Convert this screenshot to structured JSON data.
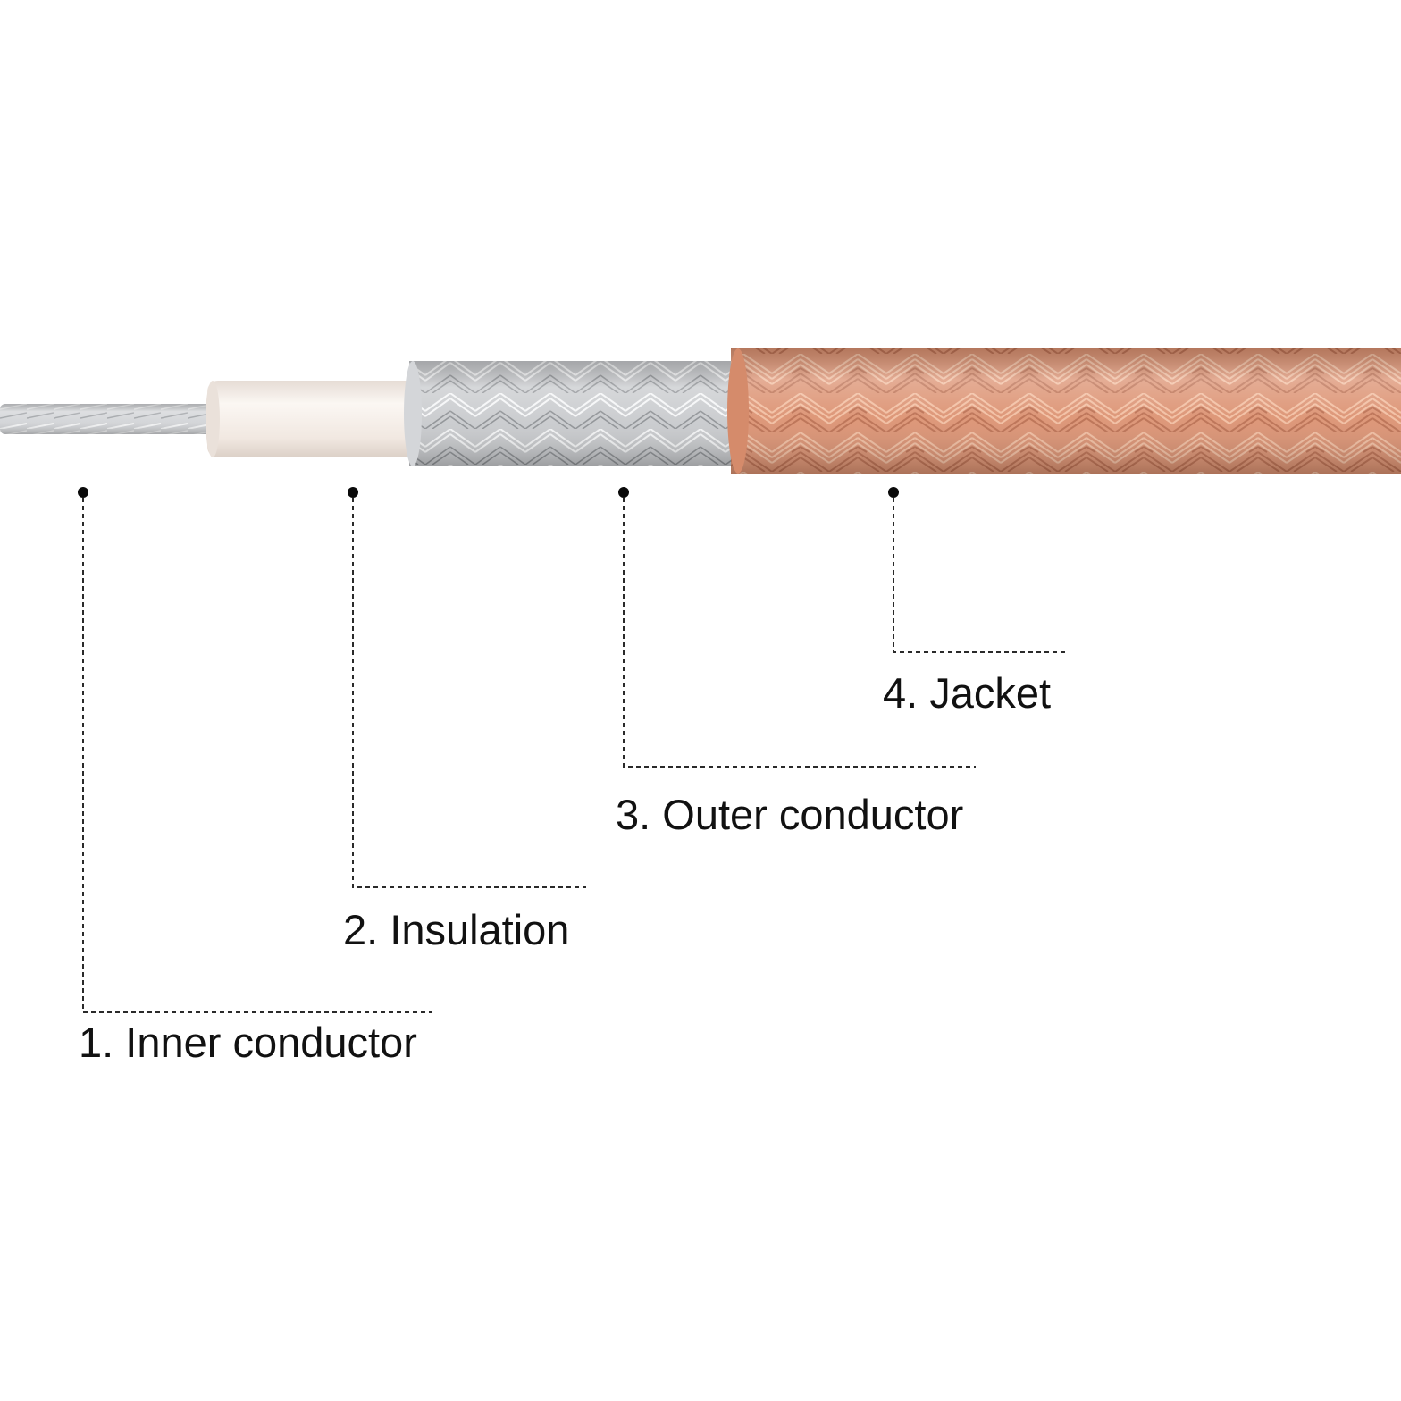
{
  "colors": {
    "background": "#ffffff",
    "inner_conductor": "#d7d9dc",
    "insulation": "#f4ece6",
    "outer_conductor": "#cfd1d4",
    "jacket": "#d98c6a",
    "leader_line": "#2a2a2a",
    "label_text": "#111111"
  },
  "callouts": [
    {
      "id": "inner-conductor",
      "label": "1. Inner conductor"
    },
    {
      "id": "insulation",
      "label": "2. Insulation"
    },
    {
      "id": "outer-conductor",
      "label": "3. Outer conductor"
    },
    {
      "id": "jacket",
      "label": "4. Jacket"
    }
  ]
}
